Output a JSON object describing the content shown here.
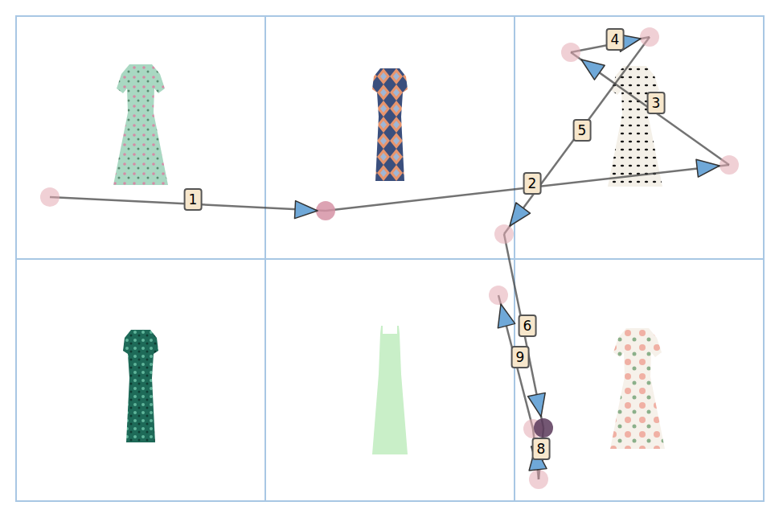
{
  "diagram": {
    "labels": [
      "1",
      "2",
      "3",
      "4",
      "5",
      "6",
      "9",
      "8"
    ]
  }
}
